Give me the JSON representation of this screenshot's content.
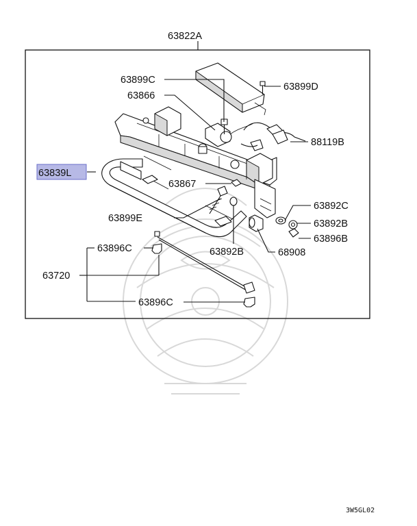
{
  "labels": {
    "top": "63822A",
    "c63899C": "63899C",
    "c63899D": "63899D",
    "c63866": "63866",
    "c88119B": "88119B",
    "c63839L": "63839L",
    "c63867": "63867",
    "c63892C": "63892C",
    "c63899E": "63899E",
    "c63892B_right": "63892B",
    "c63896B": "63896B",
    "c63896C_upper": "63896C",
    "c63892B_bottom": "63892B",
    "c68908": "68908",
    "c63720": "63720",
    "c63896C_lower": "63896C"
  },
  "highlight": {
    "fill": "#b7b9e6",
    "stroke": "#6b6fc9"
  },
  "watermark_color": "#d8d8d8",
  "footer_code": "3W5GL02"
}
